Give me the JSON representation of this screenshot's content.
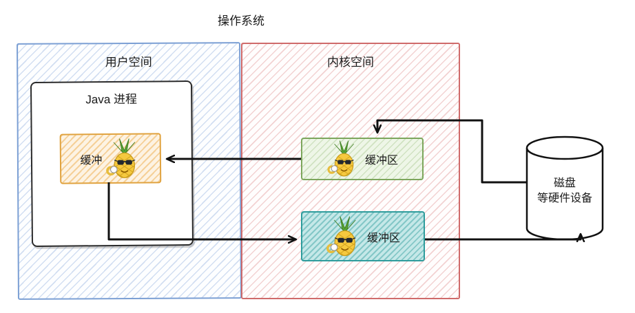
{
  "title": "操作系统",
  "user_space": {
    "label": "用户空间",
    "java_process": {
      "label": "Java 进程",
      "buffer": {
        "label": "缓冲",
        "icon": "pineapple-icon"
      }
    }
  },
  "kernel_space": {
    "label": "内核空间",
    "read_buffer": {
      "label": "缓冲区",
      "icon": "pineapple-icon"
    },
    "write_buffer": {
      "label": "缓冲区",
      "icon": "pineapple-icon"
    }
  },
  "disk": {
    "label_line1": "磁盘",
    "label_line2": "等硬件设备"
  },
  "colors": {
    "user_space_border": "#7b9fd4",
    "kernel_space_border": "#cf6a6a",
    "user_buffer_border": "#e0a23e",
    "kernel_read_buffer_border": "#7ca65c",
    "kernel_write_buffer_border": "#2e9c9c",
    "arrow": "#111111"
  }
}
